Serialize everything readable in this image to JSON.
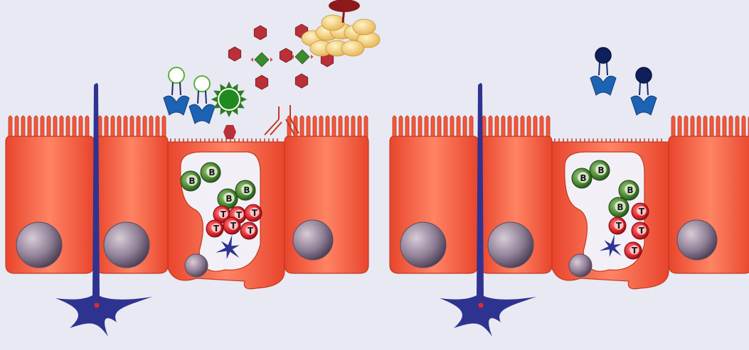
{
  "colors": {
    "background": "#e8e9f3",
    "epithelium": "#f2573a",
    "epithelium_light": "#ff8a6a",
    "nucleus": "#8e7f95",
    "neuron": "#2f3390",
    "b_cell": "#3f7a2a",
    "t_cell": "#e0262f",
    "antibody": "#1d63b3",
    "antigen_dark": "#0e1f5c",
    "green_antigen": "#2e8b2e",
    "red_hexagon": "#b83038",
    "bacteria": "#f5d27a",
    "bacteria_cap": "#8c1a1a"
  },
  "panels": [
    {
      "id": "left",
      "b_cells": [
        {
          "label": "B"
        },
        {
          "label": "B"
        },
        {
          "label": "B"
        },
        {
          "label": "B"
        }
      ],
      "t_cells": [
        {
          "label": "T"
        },
        {
          "label": "T"
        },
        {
          "label": "T"
        },
        {
          "label": "T"
        },
        {
          "label": "T"
        },
        {
          "label": "T"
        }
      ]
    },
    {
      "id": "right",
      "b_cells": [
        {
          "label": "B"
        },
        {
          "label": "B"
        },
        {
          "label": "B"
        },
        {
          "label": "B"
        }
      ],
      "t_cells": [
        {
          "label": "T"
        },
        {
          "label": "T"
        },
        {
          "label": "T"
        },
        {
          "label": "T"
        }
      ]
    }
  ],
  "icons": [
    "antibody-icon",
    "antigen-icon",
    "bacteria-icon",
    "neuron-icon",
    "dendritic-cell-icon"
  ]
}
